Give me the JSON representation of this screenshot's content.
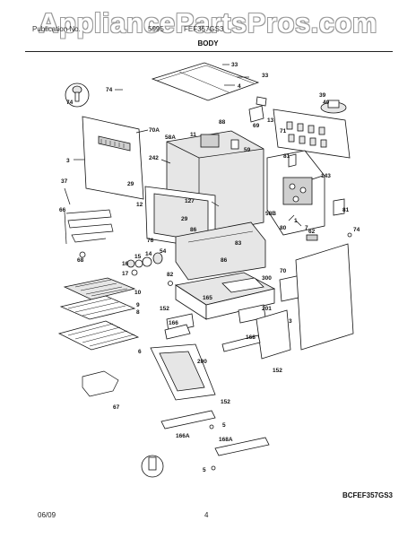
{
  "watermark": "AppliancePartsPros.com",
  "header": {
    "left": "Publication No.",
    "middle": "5995",
    "right": "FEF357GS3"
  },
  "title": "BODY",
  "footer": {
    "date": "06/09",
    "page": "4",
    "drawing_code": "BCFEF357GS3"
  },
  "callouts": {
    "c33a": "33",
    "c33b": "33",
    "c4": "4",
    "c74a": "74",
    "c74b": "74",
    "c74c": "74",
    "c3a": "3",
    "c3b": "3",
    "c70a": "70A",
    "c70": "70",
    "c69": "69",
    "c13": "13",
    "c71": "71",
    "c39": "39",
    "c40": "40",
    "c88": "88",
    "c11": "11",
    "c59": "59",
    "c58a": "58A",
    "c58b": "58B",
    "c242": "242",
    "c37": "37",
    "c29a": "29",
    "c29b": "29",
    "c12": "12",
    "c127": "127",
    "c86a": "86",
    "c86b": "86",
    "c76": "76",
    "c83": "83",
    "c81a": "81",
    "c81b": "81",
    "c143": "143",
    "c7": "7",
    "c1": "1",
    "c80": "80",
    "c62": "62",
    "c66": "66",
    "c68": "68",
    "c54": "54",
    "c16": "16",
    "c15": "15",
    "c14": "14",
    "c17": "17",
    "c82": "82",
    "c300": "300",
    "c165": "165",
    "c10": "10",
    "c9": "9",
    "c8": "8",
    "c6": "6",
    "c152a": "152",
    "c152b": "152",
    "c152c": "152",
    "c166": "166",
    "c201": "201",
    "c168": "168",
    "c200": "200",
    "c67": "67",
    "c5a": "5",
    "c5b": "5",
    "c166a": "166A",
    "c168a": "168A"
  }
}
